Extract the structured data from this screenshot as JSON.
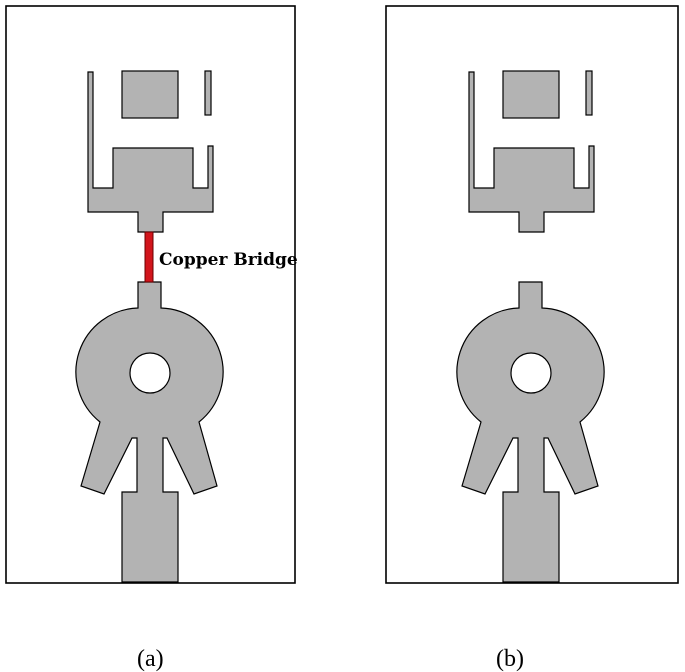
{
  "figure": {
    "panels": [
      {
        "id": "a",
        "caption": "(a)",
        "has_copper_bridge": true
      },
      {
        "id": "b",
        "caption": "(b)",
        "has_copper_bridge": false
      }
    ],
    "bridge_label": "Copper Bridge",
    "colors": {
      "copper_fill": "#b3b3b3",
      "outline": "#000000",
      "substrate": "#ffffff",
      "bridge": "#d2151c"
    }
  }
}
